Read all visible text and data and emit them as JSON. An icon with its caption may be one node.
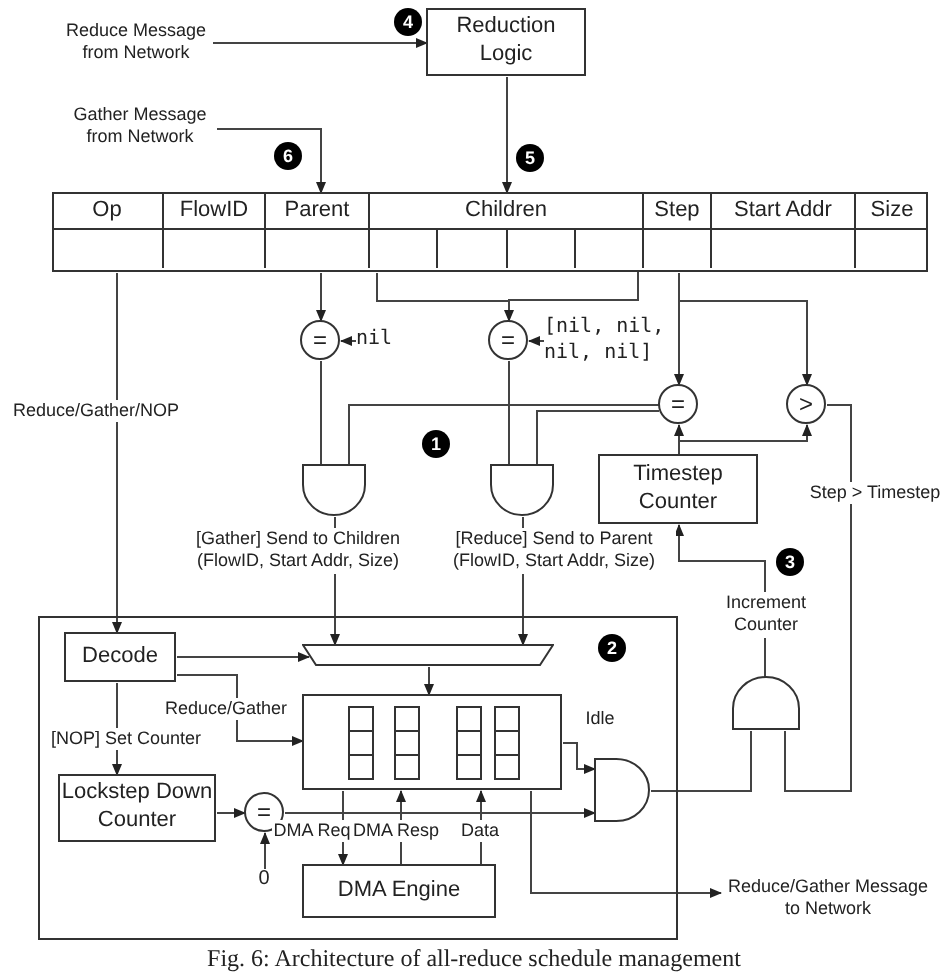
{
  "diagram": {
    "caption": "Fig. 6: Architecture of all-reduce schedule management",
    "nodes": [
      {
        "text": [
          "Reduce Message from Network"
        ]
      },
      {
        "text": [
          "Reduction Logic"
        ]
      },
      {
        "text": [
          "Gather Message from Network"
        ]
      },
      {
        "text": [],
        "shape": "box"
      },
      {
        "text": [
          "Op"
        ],
        "in": 3
      },
      {
        "text": [
          "FlowID"
        ],
        "in": 3
      },
      {
        "text": [
          "Parent"
        ],
        "in": 3
      },
      {
        "text": [
          "Children"
        ],
        "in": 3
      },
      {
        "text": [
          "Step"
        ],
        "in": 3
      },
      {
        "text": [
          "Start Addr"
        ],
        "in": 3
      },
      {
        "text": [
          "Size"
        ],
        "in": 3
      },
      {
        "text": [
          "="
        ]
      },
      {
        "text": [
          "nil"
        ]
      },
      {
        "text": [
          "="
        ]
      },
      {
        "text": [
          "[nil, nil, nil, nil]"
        ]
      },
      {
        "text": [
          "="
        ]
      },
      {
        "text": [
          ">"
        ]
      },
      {
        "text": [],
        "shape": "gate"
      },
      {
        "text": [],
        "shape": "gate"
      },
      {
        "text": [
          "Timestep Counter"
        ]
      },
      {
        "text": [],
        "shape": "box"
      },
      {
        "text": [
          "Decode"
        ],
        "in": 20
      },
      {
        "text": [],
        "shape": "trapezoid",
        "in": 20
      },
      {
        "text": [],
        "shape": "box",
        "in": 20
      },
      {
        "text": [
          "Lockstep Down Counter"
        ],
        "in": 20
      },
      {
        "text": [
          "="
        ],
        "in": 20
      },
      {
        "text": [
          "0"
        ],
        "in": 20
      },
      {
        "text": [
          "DMA Engine"
        ],
        "in": 20
      },
      {
        "text": [],
        "shape": "gate",
        "in": 20
      },
      {
        "text": [],
        "shape": "gate"
      },
      {
        "text": [
          "Reduce/Gather Message to Network"
        ]
      }
    ],
    "edges": [
      {
        "from": 0,
        "to": 1,
        "arrow": "to"
      },
      {
        "from": 1,
        "to": 7,
        "arrow": "to"
      },
      {
        "from": 2,
        "to": 6,
        "arrow": "to"
      },
      {
        "from": 6,
        "to": 11,
        "arrow": "to"
      },
      {
        "from": 7,
        "to": 13,
        "arrow": "to"
      },
      {
        "from": 8,
        "to": 15,
        "arrow": "to"
      },
      {
        "from": 8,
        "to": 16,
        "arrow": "to"
      },
      {
        "from": 12,
        "to": 11,
        "arrow": "to"
      },
      {
        "from": 14,
        "to": 13,
        "arrow": "to"
      },
      {
        "from": 19,
        "to": 15,
        "arrow": "to"
      },
      {
        "from": 19,
        "to": 16,
        "arrow": "to"
      },
      {
        "from": 11,
        "to": 17,
        "arrow": "none"
      },
      {
        "from": 15,
        "to": 17,
        "arrow": "none"
      },
      {
        "from": 13,
        "to": 18,
        "arrow": "none"
      },
      {
        "from": 15,
        "to": 18,
        "arrow": "none"
      },
      {
        "from": 17,
        "to": 22,
        "arrow": "to",
        "label": "[Gather] Send to Children (FlowID, Start Addr, Size)"
      },
      {
        "from": 18,
        "to": 22,
        "arrow": "to",
        "label": "[Reduce] Send to Parent (FlowID, Start Addr, Size)"
      },
      {
        "from": 16,
        "to": 29,
        "arrow": "none",
        "label": "Step > Timestep"
      },
      {
        "from": 29,
        "to": 19,
        "arrow": "to",
        "label": "Increment Counter"
      },
      {
        "from": 4,
        "to": 21,
        "arrow": "to",
        "label": "Reduce/Gather/NOP"
      },
      {
        "from": 21,
        "to": 22,
        "arrow": "to"
      },
      {
        "from": 21,
        "to": 23,
        "arrow": "to",
        "label": "Reduce/Gather"
      },
      {
        "from": 21,
        "to": 24,
        "arrow": "to",
        "label": "[NOP] Set Counter"
      },
      {
        "from": 22,
        "to": 23,
        "arrow": "to"
      },
      {
        "from": 24,
        "to": 25,
        "arrow": "to"
      },
      {
        "from": 26,
        "to": 25,
        "arrow": "to"
      },
      {
        "from": 25,
        "to": 28,
        "arrow": "to"
      },
      {
        "from": 23,
        "to": 28,
        "arrow": "to",
        "label": "Idle"
      },
      {
        "from": 23,
        "to": 27,
        "arrow": "to",
        "label": "DMA Req"
      },
      {
        "from": 27,
        "to": 23,
        "arrow": "to",
        "label": "DMA Resp"
      },
      {
        "from": 27,
        "to": 23,
        "arrow": "to",
        "label": "Data"
      },
      {
        "from": 23,
        "to": 30,
        "arrow": "to"
      },
      {
        "from": 28,
        "to": 29,
        "arrow": "none"
      }
    ],
    "labels": [
      "4",
      "6",
      "5",
      "1",
      "3",
      "2"
    ]
  }
}
